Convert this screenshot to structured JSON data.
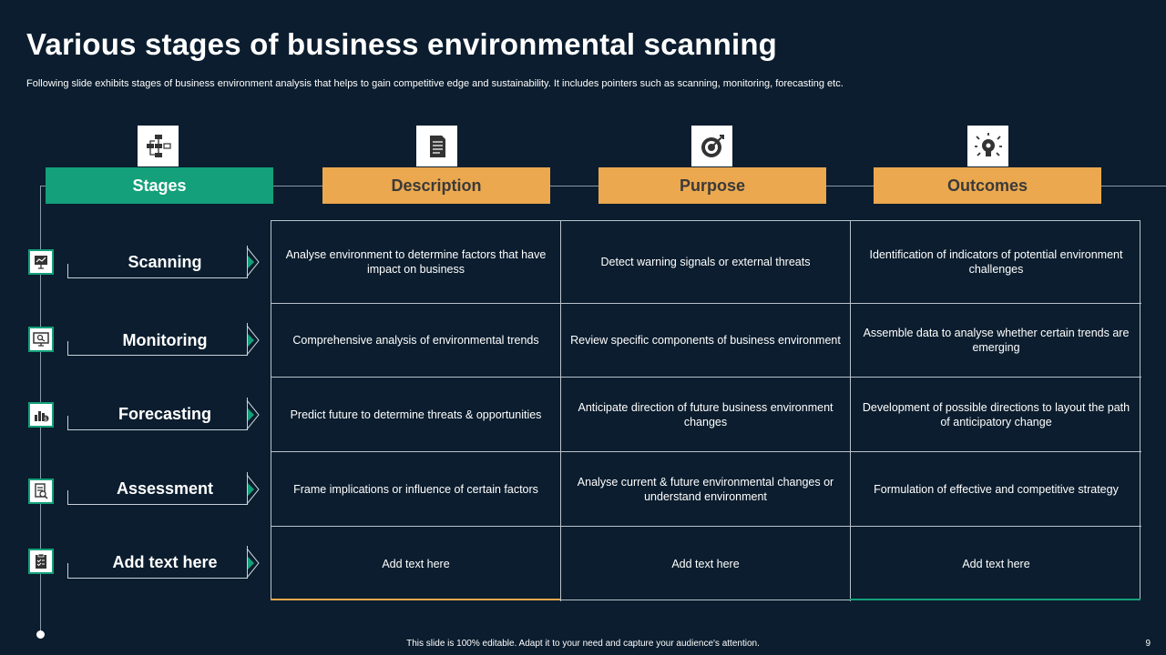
{
  "title": "Various stages of business environmental scanning",
  "subtitle": "Following slide exhibits stages of business environment analysis that helps to gain competitive edge and sustainability. It includes pointers such as scanning, monitoring, forecasting etc.",
  "headers": [
    {
      "label": "Stages",
      "icon": "flowchart-icon",
      "color": "#13a07a"
    },
    {
      "label": "Description",
      "icon": "document-icon",
      "color": "#eba84e"
    },
    {
      "label": "Purpose",
      "icon": "target-icon",
      "color": "#eba84e"
    },
    {
      "label": "Outcomes",
      "icon": "idea-gear-icon",
      "color": "#eba84e"
    }
  ],
  "stages": [
    {
      "label": "Scanning",
      "icon": "presentation-icon"
    },
    {
      "label": "Monitoring",
      "icon": "monitor-icon"
    },
    {
      "label": "Forecasting",
      "icon": "chart-coin-icon"
    },
    {
      "label": "Assessment",
      "icon": "report-search-icon"
    },
    {
      "label": "Add text here",
      "icon": "checklist-icon"
    }
  ],
  "rows": [
    [
      "Analyse environment  to determine factors that have impact on business",
      "Detect warning signals or external threats",
      "Identification  of indicators of potential environment challenges"
    ],
    [
      "Comprehensive  analysis of environmental  trends",
      "Review  specific components of business environment",
      "Assemble data to analyse whether certain trends are emerging"
    ],
    [
      "Predict future to determine threats & opportunities",
      "Anticipate direction of future business environment changes",
      "Development  of possible directions to layout the path of anticipatory change"
    ],
    [
      "Frame implications or influence of certain factors",
      "Analyse current & future environmental  changes or understand  environment",
      "Formulation  of effective  and competitive strategy"
    ],
    [
      "Add text here",
      "Add text here",
      "Add text here"
    ]
  ],
  "footer": "This slide is 100% editable.  Adapt it to your need and capture your audience's attention.",
  "page_number": "9",
  "colors": {
    "background": "#0b1d2e",
    "accent_green": "#13a07a",
    "accent_orange": "#eba84e"
  }
}
